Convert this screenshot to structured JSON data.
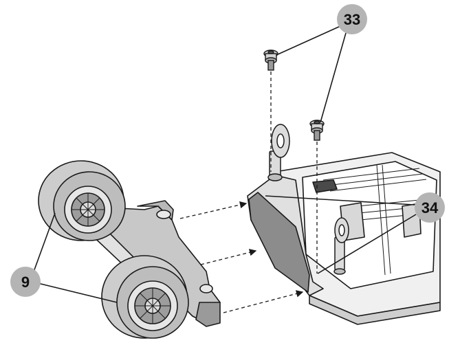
{
  "diagram": {
    "callouts": [
      {
        "id": "c33",
        "label": "33"
      },
      {
        "id": "c34",
        "label": "34"
      },
      {
        "id": "c9",
        "label": "9"
      }
    ],
    "parts": [
      {
        "name": "screw-33",
        "callout": "33",
        "count": 2
      },
      {
        "name": "mount-34",
        "callout": "34",
        "count": 2
      },
      {
        "name": "wheel-axle-assembly-9",
        "callout": "9"
      }
    ],
    "colors": {
      "callout_fill": "#b4b4b4",
      "line": "#1a1a1a",
      "part_gray": "#c8c8c8",
      "part_dark": "#9a9a9a",
      "base_fill": "#e6e6e6"
    }
  }
}
